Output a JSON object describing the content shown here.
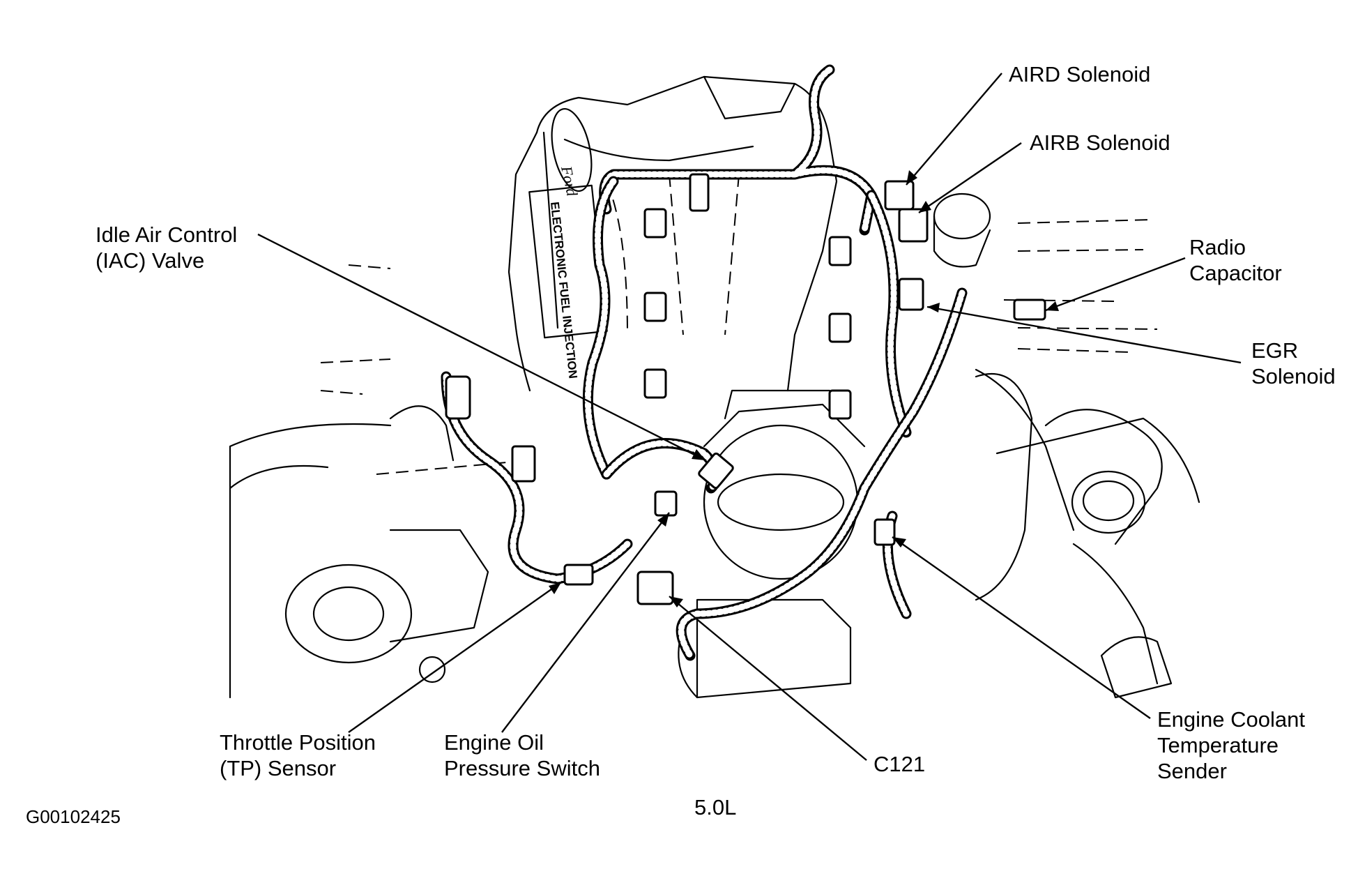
{
  "figure": {
    "caption": "5.0L",
    "figure_id": "G00102425"
  },
  "callouts": {
    "airdSolenoid": [
      "AIRD Solenoid"
    ],
    "airbSolenoid": [
      "AIRB Solenoid"
    ],
    "iacValve": [
      "Idle Air Control",
      "(IAC) Valve"
    ],
    "radioCapacitor": [
      "Radio",
      "Capacitor"
    ],
    "egrSolenoid": [
      "EGR",
      "Solenoid"
    ],
    "tpSensor": [
      "Throttle Position",
      "(TP) Sensor"
    ],
    "oilPressureSwitch": [
      "Engine Oil",
      "Pressure Switch"
    ],
    "c121": [
      "C121"
    ],
    "ectSender": [
      "Engine Coolant",
      "Temperature",
      "Sender"
    ]
  },
  "emblem": {
    "brand": "Ford",
    "plenum_text": "ELECTRONIC FUEL INJECTION"
  },
  "colors": {
    "line": "#000000",
    "background": "#ffffff"
  }
}
